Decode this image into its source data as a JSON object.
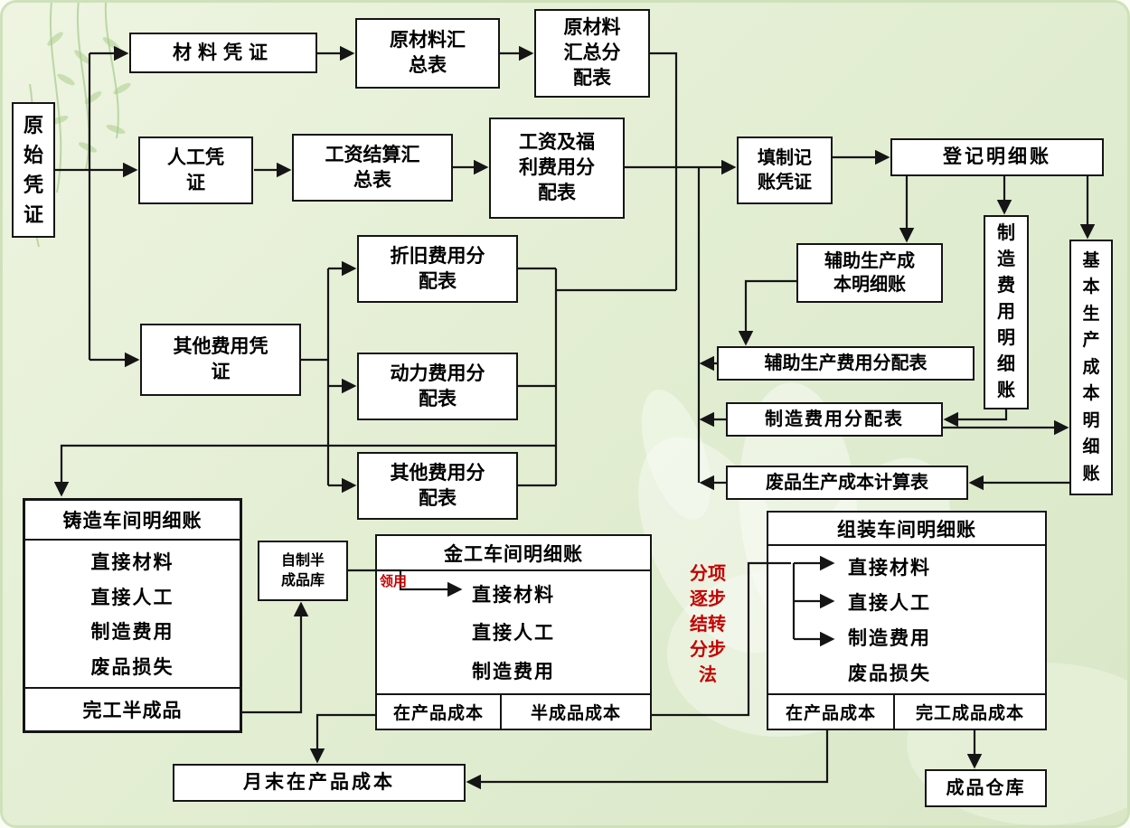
{
  "diagram": {
    "nodes": {
      "yuanshi": {
        "text": "原\n始\n凭\n证"
      },
      "cailiao": {
        "text": "材料凭证"
      },
      "ycl_huizong": {
        "text": "原材料汇\n总表"
      },
      "ycl_fenpei": {
        "text": "原材料\n汇总分\n配表"
      },
      "rengong": {
        "text": "人工凭\n证"
      },
      "gongzi_jiesuan": {
        "text": "工资结算汇\n总表"
      },
      "gongzi_fuli": {
        "text": "工资及福\n利费用分\n配表"
      },
      "zhejiu": {
        "text": "折旧费用分\n配表"
      },
      "qita_pingzheng": {
        "text": "其他费用凭\n证"
      },
      "dongli": {
        "text": "动力费用分\n配表"
      },
      "qita_fenpei": {
        "text": "其他费用分\n配表"
      },
      "tianzhi": {
        "text": "填制记\n账凭证"
      },
      "dengji": {
        "text": "登记明细账"
      },
      "fuzhu_mingxi": {
        "text": "辅助生产成\n本明细账"
      },
      "zhizao_mingxi": {
        "text": "制\n造\n费\n用\n明\n细\n账"
      },
      "jiben_mingxi": {
        "text": "基\n本\n生\n产\n成\n本\n明\n细\n账"
      },
      "fuzhu_fenpei": {
        "text": "辅助生产费用分配表"
      },
      "zhizao_fenpei": {
        "text": "制造费用分配表"
      },
      "feipin_jisuan": {
        "text": "废品生产成本计算表"
      },
      "zizhi_ku": {
        "text": "自制半\n成品库"
      },
      "yuemo": {
        "text": "月末在产品成本"
      },
      "chengpin": {
        "text": "成品仓库"
      }
    },
    "workshops": {
      "zhuzao": {
        "title": "铸造车间明细账",
        "items": [
          "直接材料",
          "直接人工",
          "制造费用",
          "废品损失"
        ],
        "footer": [
          "完工半成品"
        ]
      },
      "jingong": {
        "title": "金工车间明细账",
        "items": [
          "直接材料",
          "直接人工",
          "制造费用"
        ],
        "footer": [
          "在产品成本",
          "半成品成本"
        ]
      },
      "zuzhuang": {
        "title": "组装车间明细账",
        "items": [
          "直接材料",
          "直接人工",
          "制造费用",
          "废品损失"
        ],
        "footer": [
          "在产品成本",
          "完工成品成本"
        ]
      }
    },
    "annotations": {
      "requisition": "领用",
      "method": "分项\n逐步\n结转\n分步\n法"
    },
    "colors": {
      "annotation_red": "#c40000",
      "box_border": "#151515",
      "background_green": "#e3eed3"
    }
  }
}
